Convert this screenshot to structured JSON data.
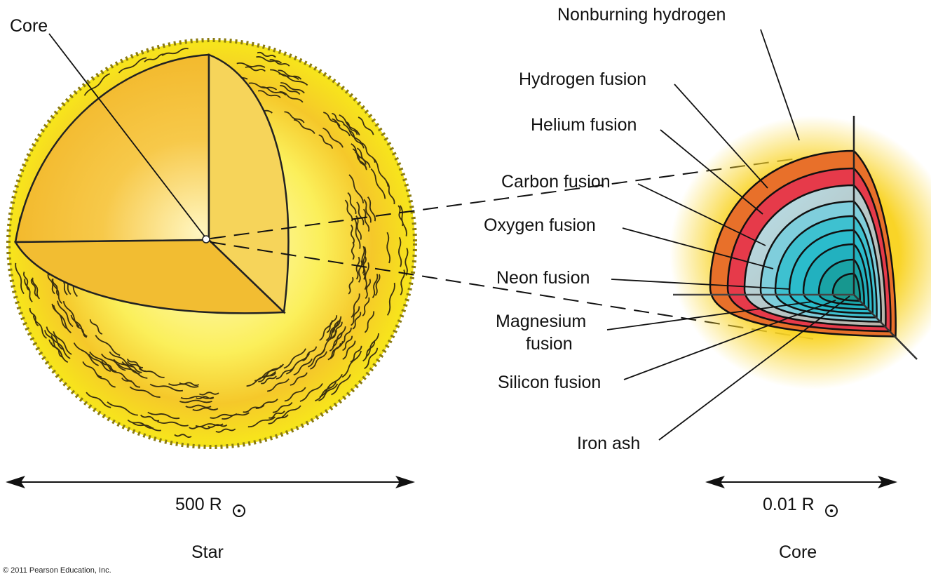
{
  "star": {
    "core_label": "Core",
    "scale_label": "500 R",
    "caption": "Star"
  },
  "core": {
    "labels": [
      "Nonburning hydrogen",
      "Hydrogen fusion",
      "Helium fusion",
      "Carbon fusion",
      "Oxygen fusion",
      "Neon fusion",
      "Magnesium",
      "fusion",
      "Silicon fusion",
      "Iron ash"
    ],
    "scale_label": "0.01 R",
    "caption": "Core"
  },
  "solar_symbol": "sun-symbol",
  "copyright": "© 2011 Pearson Education, Inc.",
  "colors": {
    "star_yellow": "#f7e21a",
    "star_orange": "#f0a51c",
    "hydrogen": "#e8702a",
    "helium": "#e63a4a",
    "carbon": "#a9d9e6",
    "inner": "#2bbccc",
    "iron": "#17978f"
  }
}
